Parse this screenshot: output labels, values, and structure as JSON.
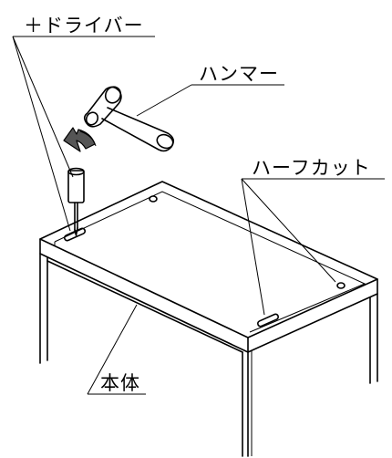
{
  "labels": {
    "screwdriver": "＋ドライバー",
    "hammer": "ハンマー",
    "half_cut": "ハーフカット",
    "body": "本体"
  },
  "colors": {
    "line": "#000000",
    "background": "#ffffff",
    "arrow_fill": "#555555"
  }
}
